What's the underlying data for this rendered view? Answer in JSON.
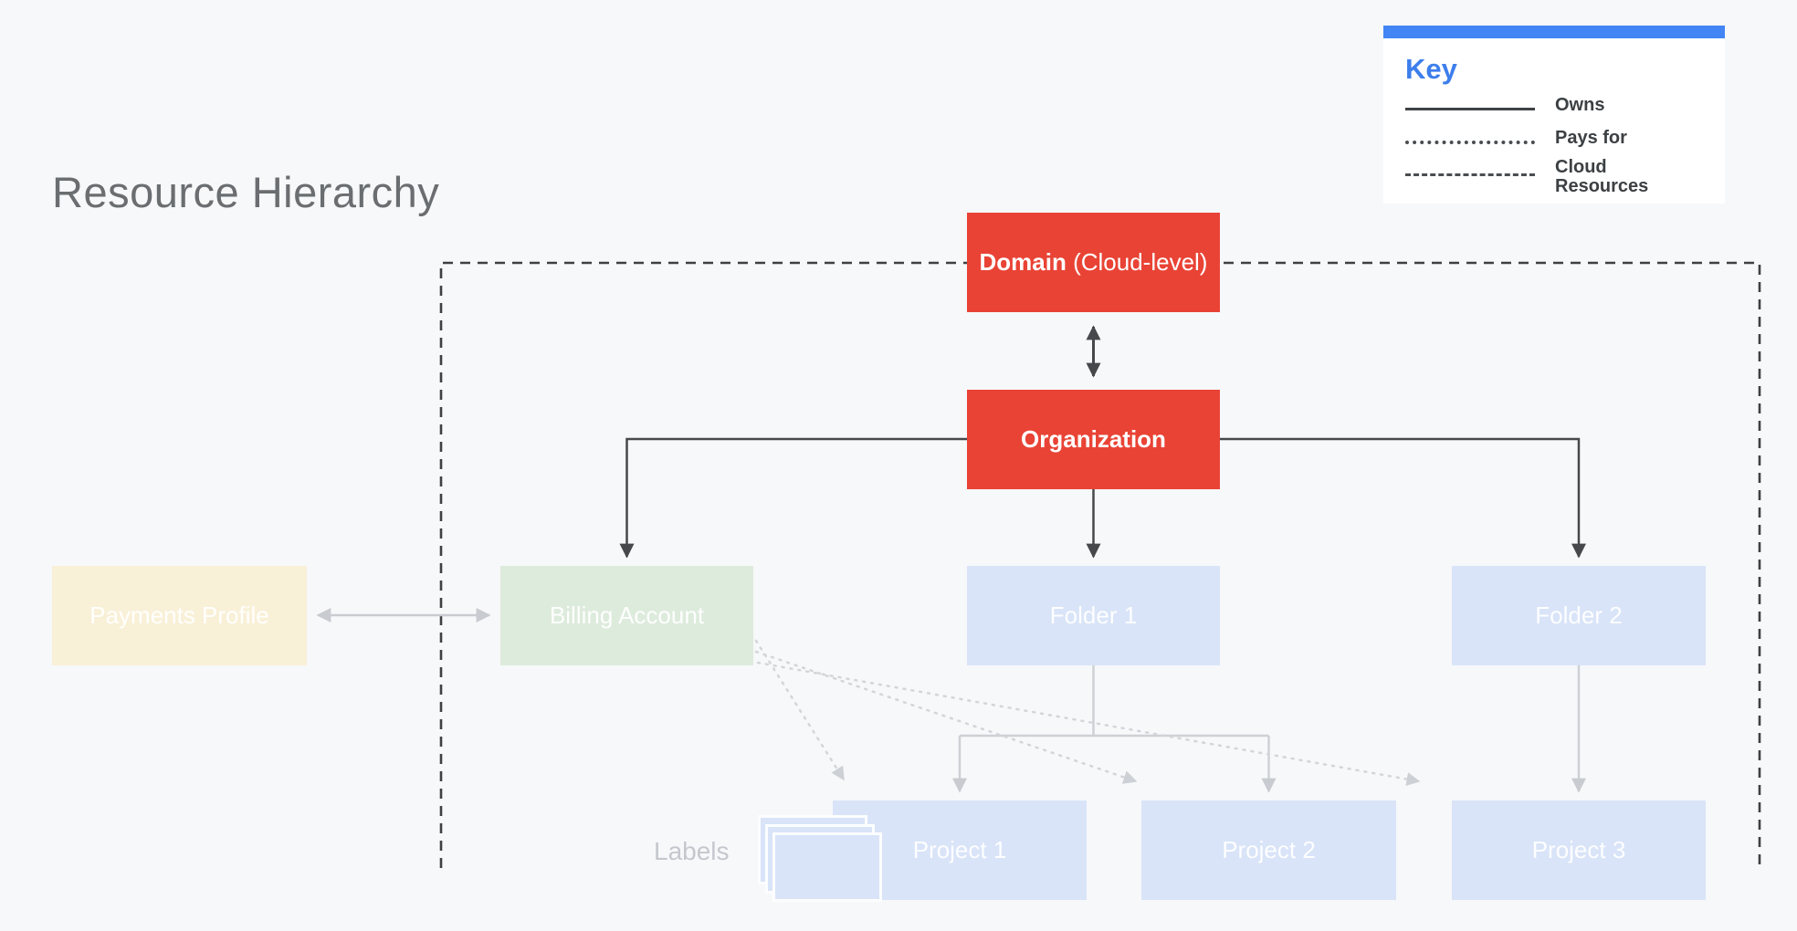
{
  "page": {
    "title": "Resource Hierarchy"
  },
  "key": {
    "heading": "Key",
    "items": [
      {
        "style": "solid",
        "label": "Owns"
      },
      {
        "style": "dotted",
        "label": "Pays for"
      },
      {
        "style": "dashed",
        "label": "Cloud Resources"
      }
    ]
  },
  "nodes": {
    "domain": {
      "label_bold": "Domain",
      "label_rest": " (Cloud-level)",
      "color": "#e94335"
    },
    "organization": {
      "label": "Organization",
      "color": "#e94335"
    },
    "payments": {
      "label": "Payments Profile",
      "color": "#f9f0d8"
    },
    "billing": {
      "label": "Billing Account",
      "color": "#ddebdc"
    },
    "folder1": {
      "label": "Folder 1",
      "color": "#d9e4f8"
    },
    "folder2": {
      "label": "Folder 2",
      "color": "#d9e4f8"
    },
    "project1": {
      "label": "Project 1",
      "color": "#d9e4f8"
    },
    "project2": {
      "label": "Project 2",
      "color": "#d9e4f8"
    },
    "project3": {
      "label": "Project 3",
      "color": "#d9e4f8"
    }
  },
  "annotations": {
    "labels_caption": "Labels"
  },
  "colors": {
    "background": "#f7f8fa",
    "accent_red": "#e94335",
    "key_blue": "#4285f4",
    "dark_line": "#46484b",
    "gray_line": "#c8cbd0",
    "title_gray": "#6a6e71"
  },
  "diagram": {
    "edges": [
      {
        "from": "Domain",
        "to": "Organization",
        "type": "owns",
        "bidirectional": true
      },
      {
        "from": "Organization",
        "to": "Billing Account",
        "type": "owns"
      },
      {
        "from": "Organization",
        "to": "Folder 1",
        "type": "owns"
      },
      {
        "from": "Organization",
        "to": "Folder 2",
        "type": "owns"
      },
      {
        "from": "Payments Profile",
        "to": "Billing Account",
        "type": "linked",
        "bidirectional": true
      },
      {
        "from": "Folder 1",
        "to": "Project 1",
        "type": "owns"
      },
      {
        "from": "Folder 1",
        "to": "Project 2",
        "type": "owns"
      },
      {
        "from": "Folder 2",
        "to": "Project 3",
        "type": "owns"
      },
      {
        "from": "Billing Account",
        "to": "Project 1",
        "type": "pays_for"
      },
      {
        "from": "Billing Account",
        "to": "Project 2",
        "type": "pays_for"
      },
      {
        "from": "Billing Account",
        "to": "Project 3",
        "type": "pays_for"
      },
      {
        "boundary": "Cloud Resources",
        "type": "cloud_resources_boundary",
        "contains": [
          "Domain",
          "Organization",
          "Billing Account",
          "Folder 1",
          "Folder 2",
          "Project 1",
          "Project 2",
          "Project 3"
        ]
      }
    ]
  }
}
